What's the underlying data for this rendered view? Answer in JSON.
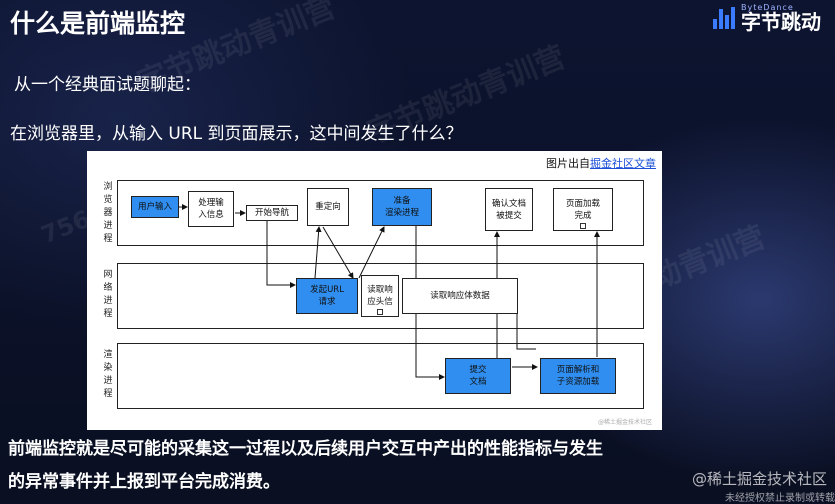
{
  "slide": {
    "title": "什么是前端监控",
    "intro": "从一个经典面试题聊起：",
    "question": "在浏览器里，从输入 URL 到页面展示，这中间发生了什么？",
    "summary_line1": "前端监控就是尽可能的采集这一过程以及后续用户交互中产出的性能指标与发生",
    "summary_line2": "的异常事件并上报到平台完成消费。",
    "logo_small": "ByteDance",
    "logo_big": "字节跳动",
    "watermark": "字节跳动青训营",
    "watermark_num": "7561",
    "site_mark": "@稀土掘金技术社区",
    "site_mark2": "未经授权禁止录制或转载"
  },
  "diagram": {
    "credit_prefix": "图片出自",
    "credit_link": "掘金社区文章",
    "footnote": "@稀土掘金技术社区",
    "lanes": [
      {
        "label": [
          "浏",
          "览",
          "器",
          "进",
          "程"
        ]
      },
      {
        "label": [
          "网",
          "络",
          "进",
          "程"
        ]
      },
      {
        "label": [
          "渲",
          "染",
          "进",
          "程"
        ]
      }
    ],
    "boxes": {
      "user_input": "用户输入",
      "process_input_1": "处理输",
      "process_input_2": "入信息",
      "start_nav": "开始导航",
      "redirect": "重定向",
      "prepare_1": "准备",
      "prepare_2": "渲染进程",
      "confirm_1": "确认文档",
      "confirm_2": "被提交",
      "load_done_1": "页面加载",
      "load_done_2": "完成",
      "url_req_1": "发起URL",
      "url_req_2": "请求",
      "read_head_1": "读取响",
      "read_head_2": "应头信",
      "read_body": "读取响应体数据",
      "submit_1": "提交",
      "submit_2": "文档",
      "parse_1": "页面解析和",
      "parse_2": "子资源加载"
    }
  }
}
